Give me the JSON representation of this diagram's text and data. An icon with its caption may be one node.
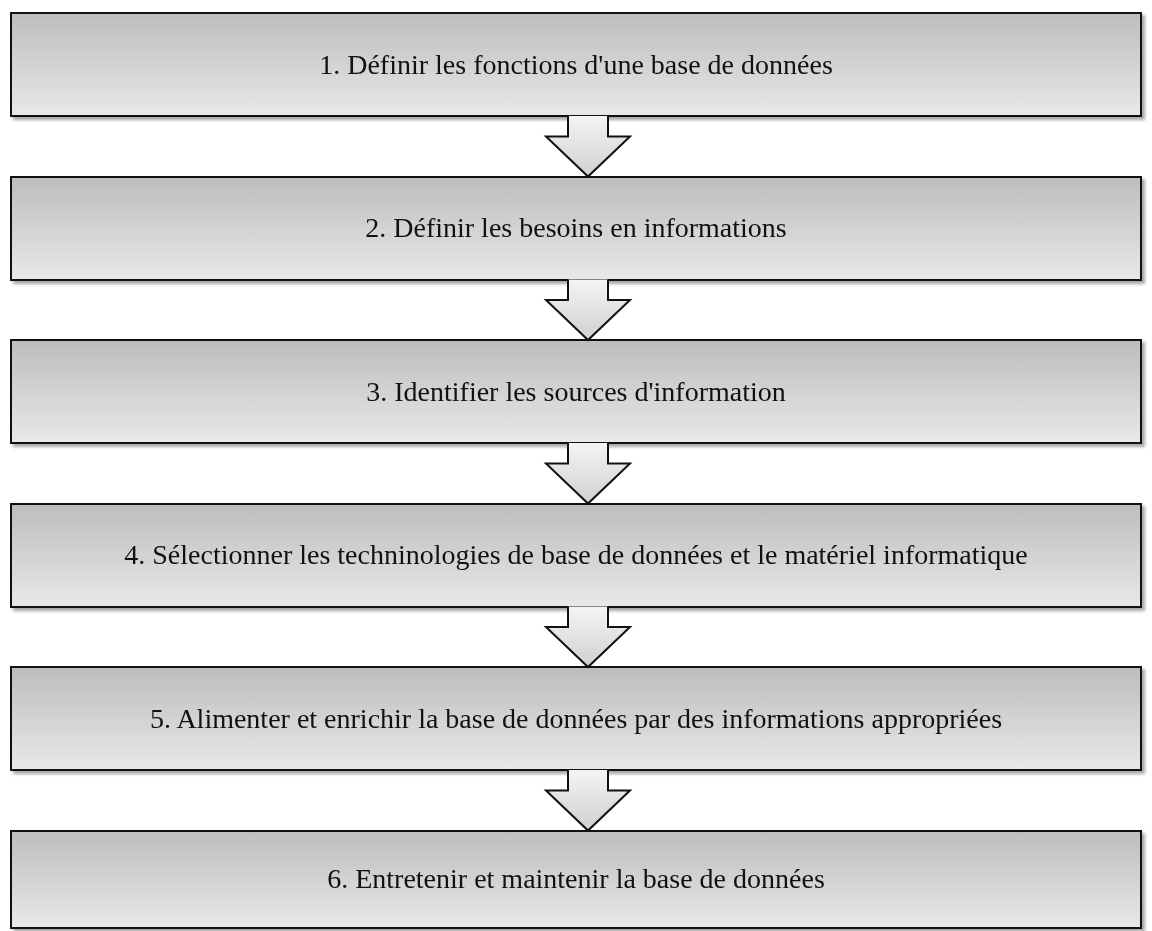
{
  "diagram": {
    "nodes": [
      {
        "text": [
          "1. Définir les fonctions d'une base de données"
        ]
      },
      {
        "text": [
          "2. Définir les besoins en informations"
        ]
      },
      {
        "text": [
          "3. Identifier les sources d'information"
        ]
      },
      {
        "text": [
          "4. Sélectionner les techninologies de base de données et le matériel informatique"
        ]
      },
      {
        "text": [
          "5. Alimenter et enrichir la base de données par des informations appropriées"
        ]
      },
      {
        "text": [
          "6. Entretenir et maintenir la base de données"
        ]
      }
    ],
    "edges": [
      {
        "from": 0,
        "to": 1,
        "arrow": "to"
      },
      {
        "from": 1,
        "to": 2,
        "arrow": "to"
      },
      {
        "from": 2,
        "to": 3,
        "arrow": "to"
      },
      {
        "from": 3,
        "to": 4,
        "arrow": "to"
      },
      {
        "from": 4,
        "to": 5,
        "arrow": "to"
      }
    ]
  }
}
